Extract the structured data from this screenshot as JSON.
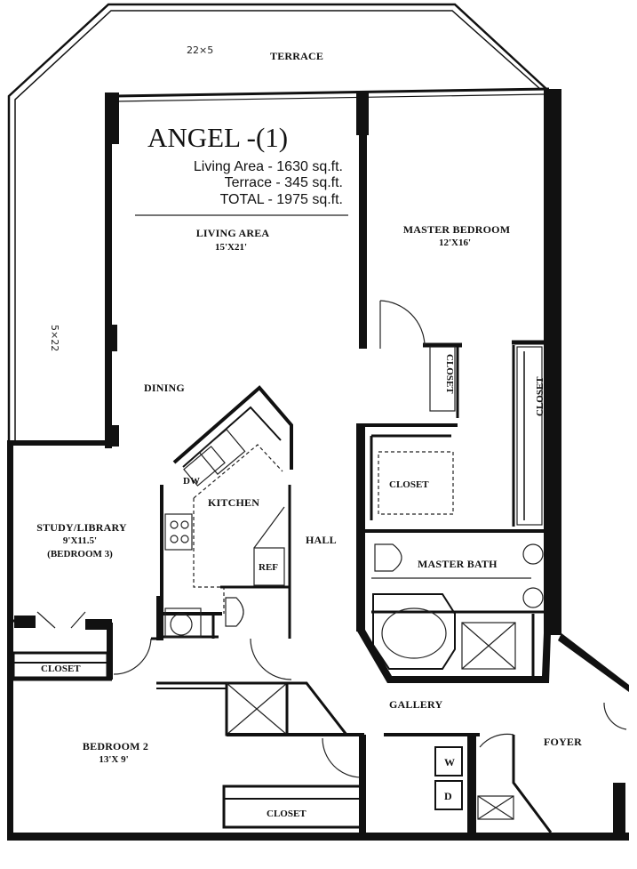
{
  "title": "ANGEL -(1)",
  "areas": {
    "living": "Living Area - 1630 sq.ft.",
    "terrace": "Terrace - 345 sq.ft.",
    "total": "TOTAL - 1975 sq.ft."
  },
  "handwritten": {
    "terrace_top": "22×5",
    "terrace_side": "5×22"
  },
  "rooms": {
    "terrace": "TERRACE",
    "living_area": "LIVING AREA",
    "living_area_dim": "15'X21'",
    "master_bedroom": "MASTER BEDROOM",
    "master_bedroom_dim": "12'X16'",
    "dining": "DINING",
    "kitchen": "KITCHEN",
    "dw": "DW",
    "ref": "REF",
    "hall": "HALL",
    "study": "STUDY/LIBRARY",
    "study_dim": "9'X11.5'",
    "study_note": "(BEDROOM 3)",
    "master_bath": "MASTER BATH",
    "gallery": "GALLERY",
    "foyer": "FOYER",
    "bedroom2": "BEDROOM 2",
    "bedroom2_dim": "13'X 9'",
    "closet": "CLOSET",
    "washer": "W",
    "dryer": "D"
  }
}
